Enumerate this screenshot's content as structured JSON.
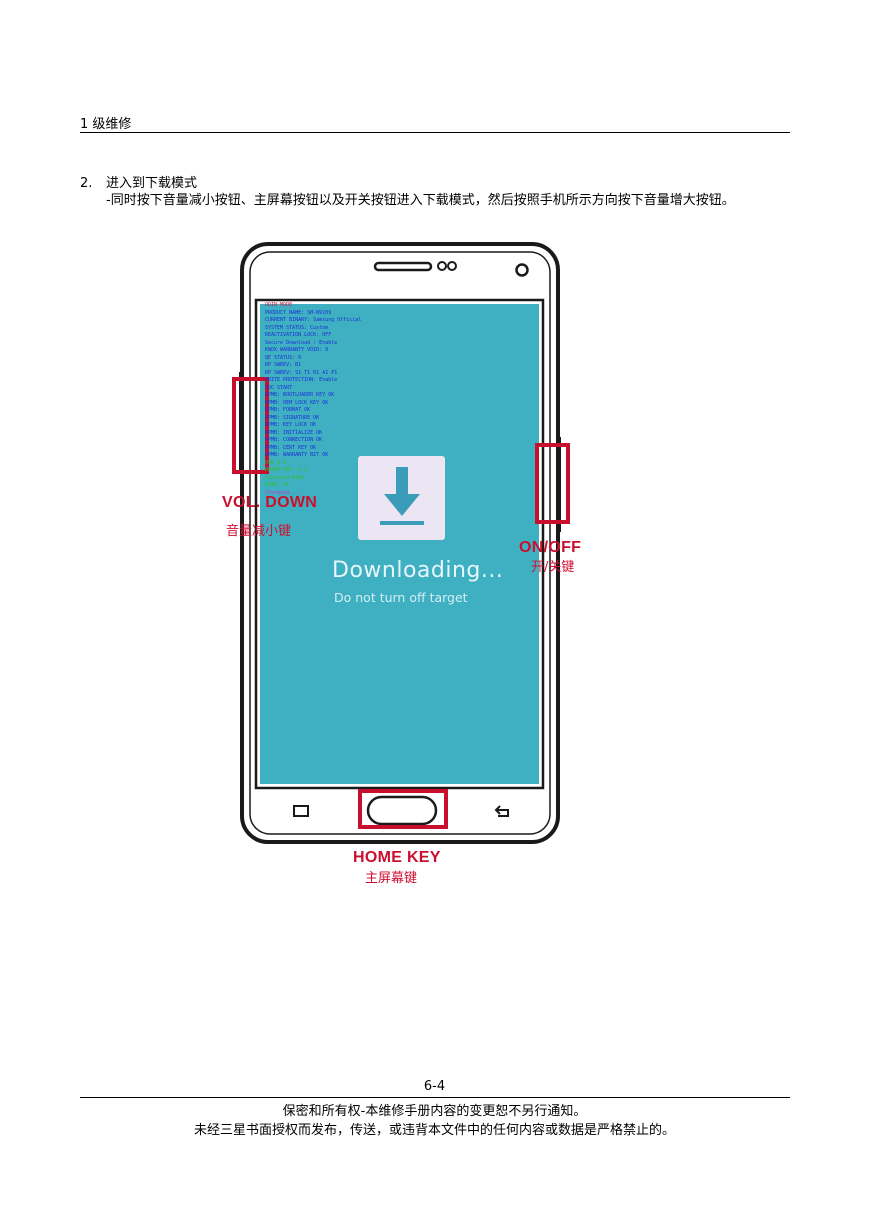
{
  "header": {
    "title": "1 级维修"
  },
  "step": {
    "number": "2.",
    "title": "进入到下载模式",
    "instruction": "-同时按下音量减小按钮、主屏幕按钮以及开关按钮进入下载模式，然后按照手机所示方向按下音量增大按钮。"
  },
  "figure": {
    "screen_text": "Downloading...",
    "screen_subtext": "Do not turn off target",
    "download_icon": "download-arrow-icon",
    "labels": {
      "vol_down_en": "VOL. DOWN",
      "vol_down_cn": "音量减小键",
      "on_off_en": "ON/OFF",
      "on_off_cn": "开/关键",
      "home_en": "HOME KEY",
      "home_cn": "主屏幕键"
    },
    "highlight_color": "#c8102e",
    "screen_color": "#3fb0c2"
  },
  "footer": {
    "page_number": "6-4",
    "line1": "保密和所有权-本维修手册内容的变更恕不另行通知。",
    "line2": "未经三星书面授权而发布，传送，或违背本文件中的任何内容或数据是严格禁止的。"
  }
}
